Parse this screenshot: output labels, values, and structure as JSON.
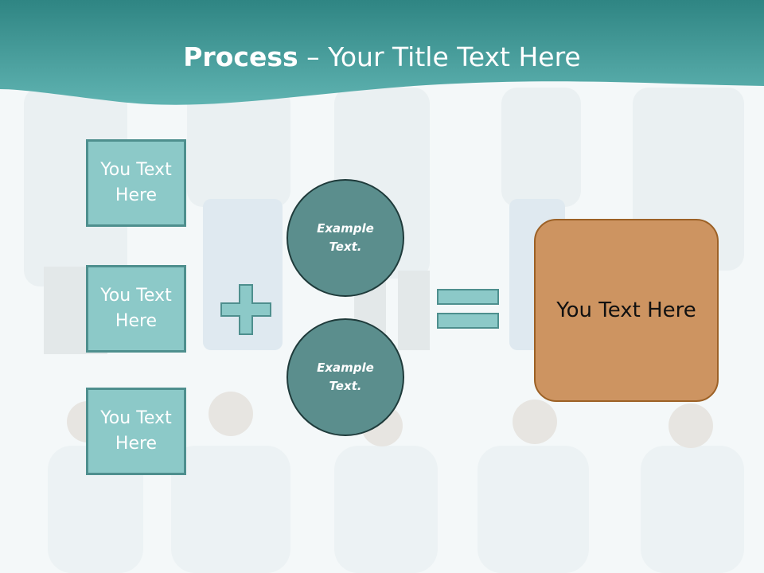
{
  "title": {
    "bold": "Process",
    "rest": " – Your Title Text Here"
  },
  "colors": {
    "header_teal": "#3f9c9a",
    "box_fill": "#8cc9c8",
    "box_border": "#4e8f8e",
    "circle_fill": "#5b8e8d",
    "result_fill": "#cd9461"
  },
  "left_boxes": [
    {
      "label": "You Text Here"
    },
    {
      "label": "You Text Here"
    },
    {
      "label": "You Text Here"
    }
  ],
  "operator_plus": "plus-icon",
  "circles": [
    {
      "label": "Example Text."
    },
    {
      "label": "Example Text."
    }
  ],
  "operator_equals": "equals-icon",
  "result_box": {
    "label": "You Text Here"
  }
}
